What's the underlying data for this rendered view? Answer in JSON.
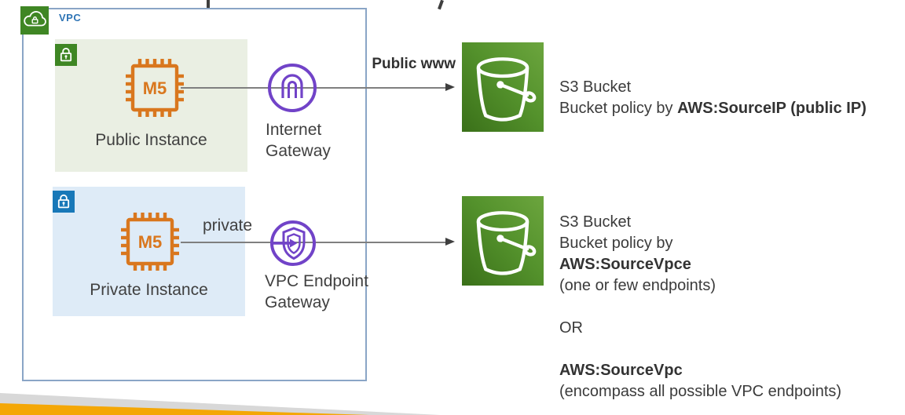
{
  "slide": {
    "vpc": {
      "label": "VPC"
    },
    "public_instance": {
      "type": "M5",
      "label": "Public Instance"
    },
    "private_instance": {
      "type": "M5",
      "label": "Private Instance"
    },
    "internet_gateway": {
      "line1": "Internet",
      "line2": "Gateway"
    },
    "vpc_endpoint_gateway": {
      "line1": "VPC Endpoint",
      "line2": "Gateway"
    },
    "connections": {
      "public_label": "Public www",
      "private_label": "private"
    },
    "bucket_public": {
      "title": "S3 Bucket",
      "policy_prefix": "Bucket policy by ",
      "policy_bold": "AWS:SourceIP (public IP)"
    },
    "bucket_private": {
      "title": "S3 Bucket",
      "policy_line": "Bucket policy by",
      "policy_bold": "AWS:SourceVpce",
      "policy_note": "(one or few endpoints)",
      "or_label": "OR",
      "alt_bold": "AWS:SourceVpc",
      "alt_note": "(encompass all possible VPC endpoints)"
    }
  },
  "icons": {
    "vpc": "vpc-cloud-lock-icon",
    "public_subnet": "green-lock-icon",
    "private_subnet": "blue-lock-icon",
    "instances": "m5-chip-icon",
    "internet_gateway": "internet-gateway-icon",
    "vpc_endpoint_gateway": "vpc-endpoint-gateway-icon",
    "s3": "s3-bucket-icon"
  },
  "colors": {
    "aws_green": "#3F8624",
    "aws_blue": "#1878B8",
    "aws_orange": "#D9771E",
    "aws_purple": "#7143C8",
    "bucket_gradient_light": "#6CA53E",
    "bucket_gradient_dark": "#3A7019",
    "subnet_public_bg": "#EAEFE3",
    "subnet_private_bg": "#DEEBF7",
    "vpc_border": "#8AA5C6",
    "vpc_label_blue": "#2E74B5",
    "text": "#3B3B3B",
    "connector_gray": "#7F7F7F",
    "ribbon_gray": "#D8D8D8",
    "ribbon_orange": "#F4A706"
  }
}
